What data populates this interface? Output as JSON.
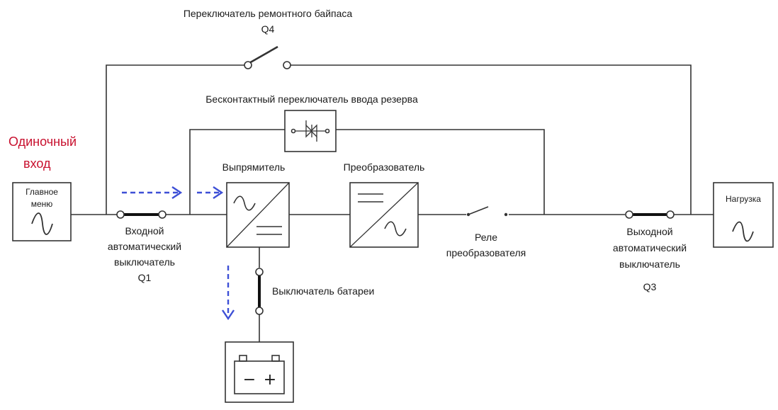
{
  "labels": {
    "bypass_switch_line1": "Переключатель ремонтного байпаса",
    "bypass_switch_line2": "Q4",
    "static_switch": "Бесконтактный переключатель ввода резерва",
    "single_input_line1": "Одиночный",
    "single_input_line2": "вход",
    "mains_line1": "Главное",
    "mains_line2": "меню",
    "rectifier": "Выпрямитель",
    "inverter": "Преобразователь",
    "load": "Нагрузка",
    "input_breaker_line1": "Входной",
    "input_breaker_line2": "автоматический",
    "input_breaker_line3": "выключатель",
    "input_breaker_line4": "Q1",
    "inverter_relay_line1": "Реле",
    "inverter_relay_line2": "преобразователя",
    "output_breaker_line1": "Выходной",
    "output_breaker_line2": "автоматический",
    "output_breaker_line3": "выключатель",
    "output_breaker_line4": "Q3",
    "battery_switch": "Выключатель батареи",
    "battery_minus": "−",
    "battery_plus": "+"
  },
  "colors": {
    "wire": "#333333",
    "flow_arrow": "#3d4fd6",
    "highlight_text": "#c8102e"
  },
  "icons": {
    "ac_source": "sine-wave-icon",
    "rectifier": "ac-dc-converter-icon",
    "inverter": "dc-ac-converter-icon",
    "static_switch": "thyristor-icon",
    "battery": "battery-icon",
    "load": "sine-wave-icon"
  }
}
